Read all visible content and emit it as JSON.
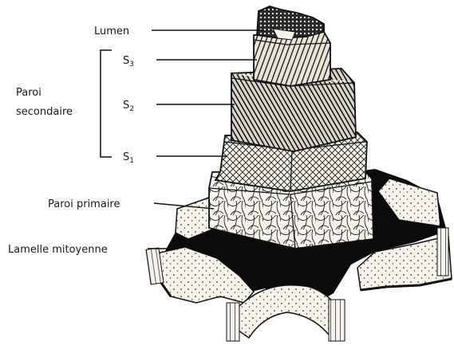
{
  "labels": {
    "lumen": "Lumen",
    "s3": "S",
    "s3_sub": "3",
    "s2": "S",
    "s2_sub": "2",
    "s1": "S",
    "s1_sub": "1",
    "paroi_secondaire_line1": "Paroi",
    "paroi_secondaire_line2": "secondaire",
    "paroi_primaire": "Paroi primaire",
    "lamelle_mitoyenne": "Lamelle mitoyenne"
  }
}
